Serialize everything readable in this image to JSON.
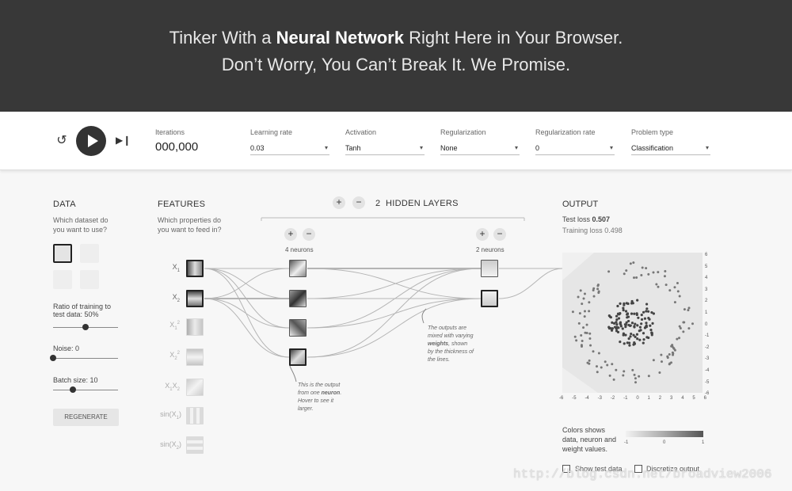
{
  "hero": {
    "line1_pre": "Tinker With a ",
    "line1_bold": "Neural Network",
    "line1_post": " Right Here in Your Browser.",
    "line2": "Don’t Worry, You Can’t Break It. We Promise."
  },
  "controls": {
    "iterations_label": "Iterations",
    "iterations_value": "000,000",
    "learning_rate_label": "Learning rate",
    "learning_rate_value": "0.03",
    "activation_label": "Activation",
    "activation_value": "Tanh",
    "regularization_label": "Regularization",
    "regularization_value": "None",
    "regularization_rate_label": "Regularization rate",
    "regularization_rate_value": "0",
    "problem_type_label": "Problem type",
    "problem_type_value": "Classification"
  },
  "data_panel": {
    "title": "DATA",
    "subtitle_l1": "Which dataset do",
    "subtitle_l2": "you want to use?",
    "ratio_label_l1": "Ratio of training to",
    "ratio_label_l2": "test data:",
    "ratio_value": "50%",
    "ratio_fraction": 0.5,
    "noise_label": "Noise:",
    "noise_value": "0",
    "noise_fraction": 0.0,
    "batch_label": "Batch size:",
    "batch_value": "10",
    "batch_fraction": 0.3,
    "regenerate": "REGENERATE"
  },
  "features": {
    "title": "FEATURES",
    "subtitle_l1": "Which properties do",
    "subtitle_l2": "you want to feed in?",
    "items": [
      {
        "base": "X",
        "sub": "1",
        "sup": ""
      },
      {
        "base": "X",
        "sub": "2",
        "sup": ""
      },
      {
        "base": "X",
        "sub": "1",
        "sup": "2"
      },
      {
        "base": "X",
        "sub": "2",
        "sup": "2"
      },
      {
        "base": "X",
        "sub": "1",
        "tail": "X",
        "sub2": "2"
      },
      {
        "base": "sin(X",
        "sub": "1",
        "close": ")"
      },
      {
        "base": "sin(X",
        "sub": "2",
        "close": ")"
      }
    ]
  },
  "network": {
    "plus": "+",
    "minus": "−",
    "layers_count": "2",
    "layers_label": "HIDDEN LAYERS",
    "layer1_label": "4 neurons",
    "layer2_label": "2 neurons",
    "note1_l1": "This is the output",
    "note1_l2_pre": "from one ",
    "note1_l2_bold": "neuron",
    "note1_l2_post": ".",
    "note1_l3": "Hover to see it",
    "note1_l4": "larger.",
    "note2_l1": "The outputs are",
    "note2_l2": "mixed with varying",
    "note2_l3_bold": "weights",
    "note2_l3_post": ", shown",
    "note2_l4": "by the thickness of",
    "note2_l5": "the lines."
  },
  "output": {
    "title": "OUTPUT",
    "test_loss_label": "Test loss",
    "test_loss_value": "0.507",
    "train_loss_label": "Training loss",
    "train_loss_value": "0.498",
    "y_ticks": [
      "6",
      "5",
      "4",
      "3",
      "2",
      "1",
      "0",
      "-1",
      "-2",
      "-3",
      "-4",
      "-5",
      "-6"
    ],
    "x_ticks": [
      "-6",
      "-5",
      "-4",
      "-3",
      "-2",
      "-1",
      "0",
      "1",
      "2",
      "3",
      "4",
      "5",
      "6"
    ],
    "legend_l1": "Colors shows",
    "legend_l2": "data, neuron and",
    "legend_l3": "weight values.",
    "legend_ticks": [
      "-1",
      "0",
      "1"
    ],
    "show_test": "Show test data",
    "discretize": "Discretize output"
  },
  "watermark": "http://blog.csdn.net/broadview2006"
}
